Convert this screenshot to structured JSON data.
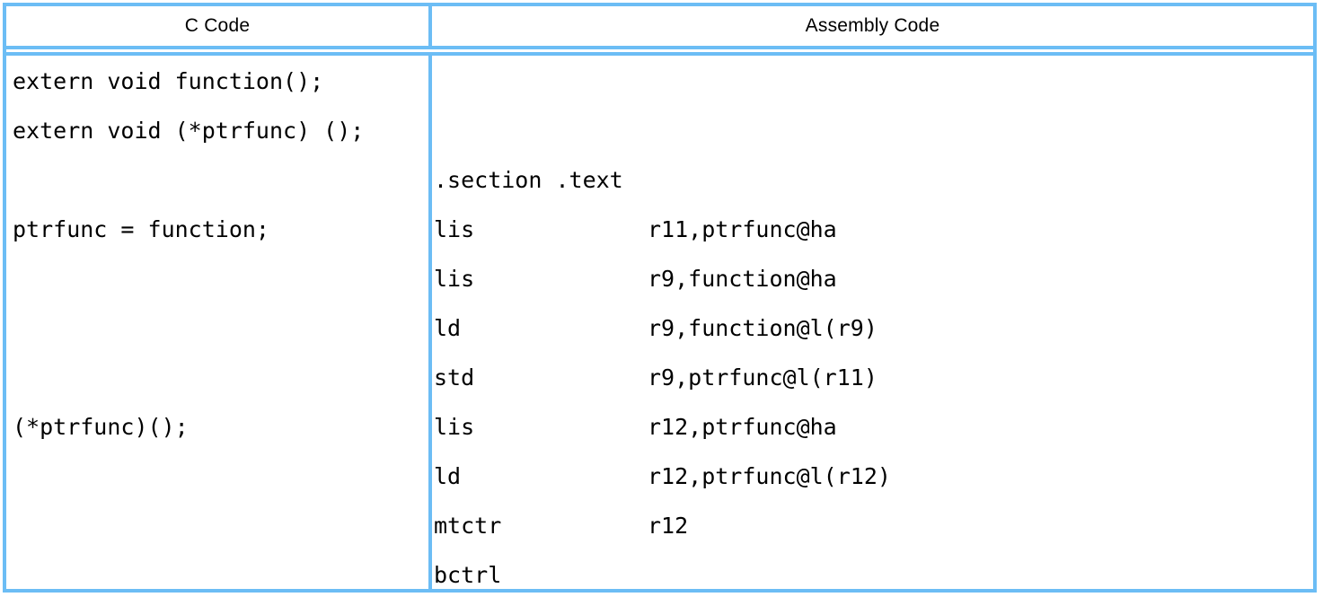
{
  "table": {
    "border_color": "#6cbdf5",
    "background_color": "#ffffff",
    "text_color": "#000000",
    "headers": {
      "c_code": "C Code",
      "assembly_code": "Assembly Code"
    },
    "c_code_lines": [
      "extern void function();",
      "extern void (*ptrfunc) ();",
      "",
      "ptrfunc = function;",
      "",
      "",
      "",
      "(*ptrfunc)();",
      "",
      ""
    ],
    "assembly_lines": [
      {
        "mnemonic": "",
        "operand": ""
      },
      {
        "mnemonic": "",
        "operand": ""
      },
      {
        "mnemonic": ".section .text",
        "operand": ""
      },
      {
        "mnemonic": "lis",
        "operand": "r11,ptrfunc@ha"
      },
      {
        "mnemonic": "lis",
        "operand": "r9,function@ha"
      },
      {
        "mnemonic": "ld",
        "operand": "r9,function@l(r9)"
      },
      {
        "mnemonic": "std",
        "operand": "r9,ptrfunc@l(r11)"
      },
      {
        "mnemonic": "lis",
        "operand": "r12,ptrfunc@ha"
      },
      {
        "mnemonic": "ld",
        "operand": "r12,ptrfunc@l(r12)"
      },
      {
        "mnemonic": "mtctr",
        "operand": "r12"
      },
      {
        "mnemonic": "bctrl",
        "operand": ""
      }
    ]
  }
}
